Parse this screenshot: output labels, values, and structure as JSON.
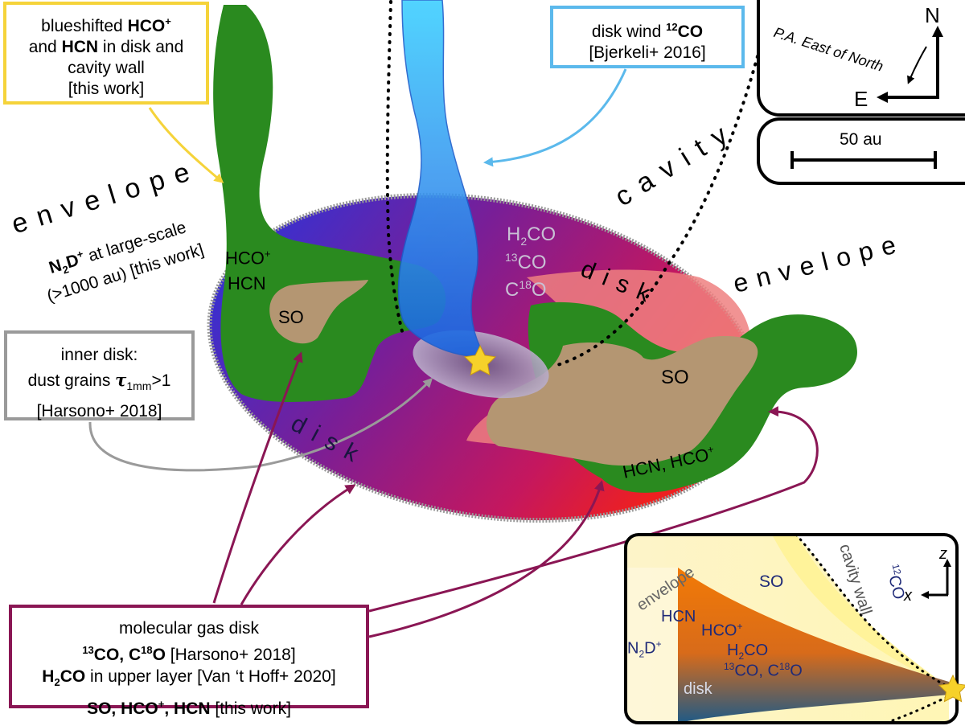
{
  "annotations": {
    "yellow_box": {
      "line1_pre": "blueshifted ",
      "line1_bold": "HCO",
      "line1_sup": "+",
      "line2_pre": "and ",
      "line2_bold": "HCN",
      "line2_post": " in disk and",
      "line3": "cavity wall",
      "line4": "[this work]"
    },
    "blue_box": {
      "line1_pre": "disk wind ",
      "line1_sup": "12",
      "line1_bold": "CO",
      "line2": "[Bjerkeli+ 2016]"
    },
    "grey_box": {
      "line1": "inner disk:",
      "line2_pre": "dust grains ",
      "line2_tau": "τ",
      "line2_sub": "1mm",
      "line2_post": ">1",
      "line3": "[Harsono+ 2018]"
    },
    "purple_box": {
      "line1": "molecular gas disk",
      "line2_sup1": "13",
      "line2_b1": "CO, C",
      "line2_sup2": "18",
      "line2_b2": "O",
      "line2_post": " [Harsono+ 2018]",
      "line3_b1": "H",
      "line3_sub": "2",
      "line3_b2": "CO",
      "line3_post": " in upper layer [Van ‘t Hoff+ 2020]",
      "line4_b1": "SO, HCO",
      "line4_sup1": "+",
      "line4_b2": ", HCN",
      "line4_post": " [this work]"
    }
  },
  "labels": {
    "envelope_left": "envelope",
    "n2d_note": {
      "line1_b1": "N",
      "line1_sub": "2",
      "line1_b2": "D",
      "line1_sup": "+",
      "line1_post": " at large-scale",
      "line2": "(>1000 au) [this work]"
    },
    "envelope_right": "envelope",
    "cavity": "cavity",
    "disk_upper": "disk",
    "disk_lower": "disk",
    "hco_left": "HCO",
    "hco_left_sup": "+",
    "hcn_left": "HCN",
    "so_left": "SO",
    "so_right": "SO",
    "hcn_hco_right": "HCN, HCO",
    "hcn_hco_right_sup": "+",
    "h2co_a": "H",
    "h2co_sub": "2",
    "h2co_b": "CO",
    "c13o_sup": "13",
    "c13o_b": "CO",
    "c18o_a": "C",
    "c18o_sup": "18",
    "c18o_b": "O"
  },
  "compass": {
    "north": "N",
    "east": "E",
    "pa_note": "P.A. East of North"
  },
  "scalebar": {
    "label": "50 au"
  },
  "inset": {
    "envelope": "envelope",
    "cavity_wall": "cavity wall",
    "co12_sup": "12",
    "co12": "CO",
    "so": "SO",
    "hcn": "HCN",
    "hco": "HCO",
    "hco_sup": "+",
    "h2co_a": "H",
    "h2co_sub": "2",
    "h2co_b": "CO",
    "iso_sup1": "13",
    "iso_a": "CO, C",
    "iso_sup2": "18",
    "iso_b": "O",
    "n2d_a": "N",
    "n2d_sub": "2",
    "n2d_b": "D",
    "n2d_sup": "+",
    "disk": "disk",
    "axis_z": "z",
    "axis_x": "x"
  },
  "colors": {
    "yellow_frame": "#f5d33a",
    "blue_frame": "#5bb9ec",
    "grey_frame": "#9a9a9a",
    "purple_frame": "#8a1654",
    "hcn_hco_green": "#2a8a1f",
    "so_tan": "#b49672",
    "disk_blue": "#2a3ad6",
    "disk_red": "#e0222a",
    "wind_blue": "#33a6ee",
    "inset_navy": "#1f2a78"
  },
  "icons": [
    "star-icon",
    "arrow-icon"
  ]
}
